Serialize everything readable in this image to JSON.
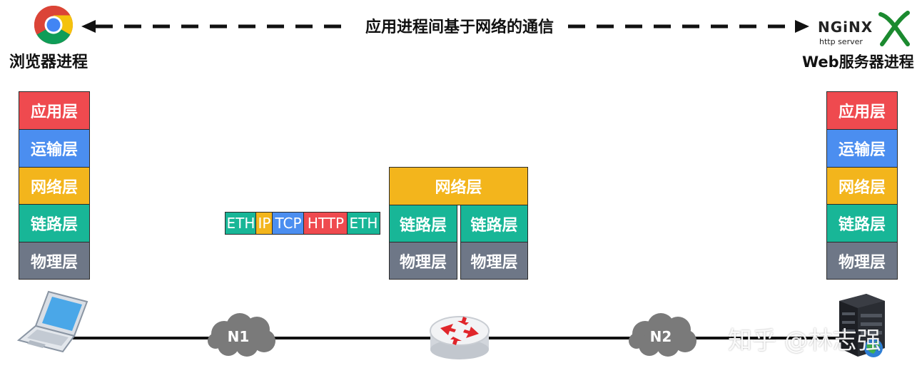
{
  "top": {
    "caption": "应用进程间基于网络的通信",
    "left_caption": "浏览器进程",
    "right_caption": "Web服务器进程",
    "nginx_logo_text": "NGiNX",
    "nginx_sub": "http server"
  },
  "left_stack": [
    "应用层",
    "运输层",
    "网络层",
    "链路层",
    "物理层"
  ],
  "right_stack": [
    "应用层",
    "运输层",
    "网络层",
    "链路层",
    "物理层"
  ],
  "router_stack": {
    "network": "网络层",
    "left_link": "链路层",
    "right_link": "链路层",
    "left_phys": "物理层",
    "right_phys": "物理层"
  },
  "packet": [
    {
      "label": "ETH",
      "color": "#18b697"
    },
    {
      "label": "IP",
      "color": "#f3b51c"
    },
    {
      "label": "TCP",
      "color": "#4b8ef0"
    },
    {
      "label": "HTTP",
      "color": "#ef4a4f"
    },
    {
      "label": "ETH",
      "color": "#18b697"
    }
  ],
  "network": {
    "n1": "N1",
    "n2": "N2"
  },
  "watermark": "知乎 @林志强",
  "colors": {
    "application": "#ef4a4f",
    "transport": "#4b8ef0",
    "network": "#f3b51c",
    "link": "#18b697",
    "physical": "#6e7787"
  },
  "icons": [
    "chrome-logo-icon",
    "nginx-logo-icon",
    "laptop-icon",
    "router-icon",
    "server-icon",
    "cloud-icon"
  ]
}
